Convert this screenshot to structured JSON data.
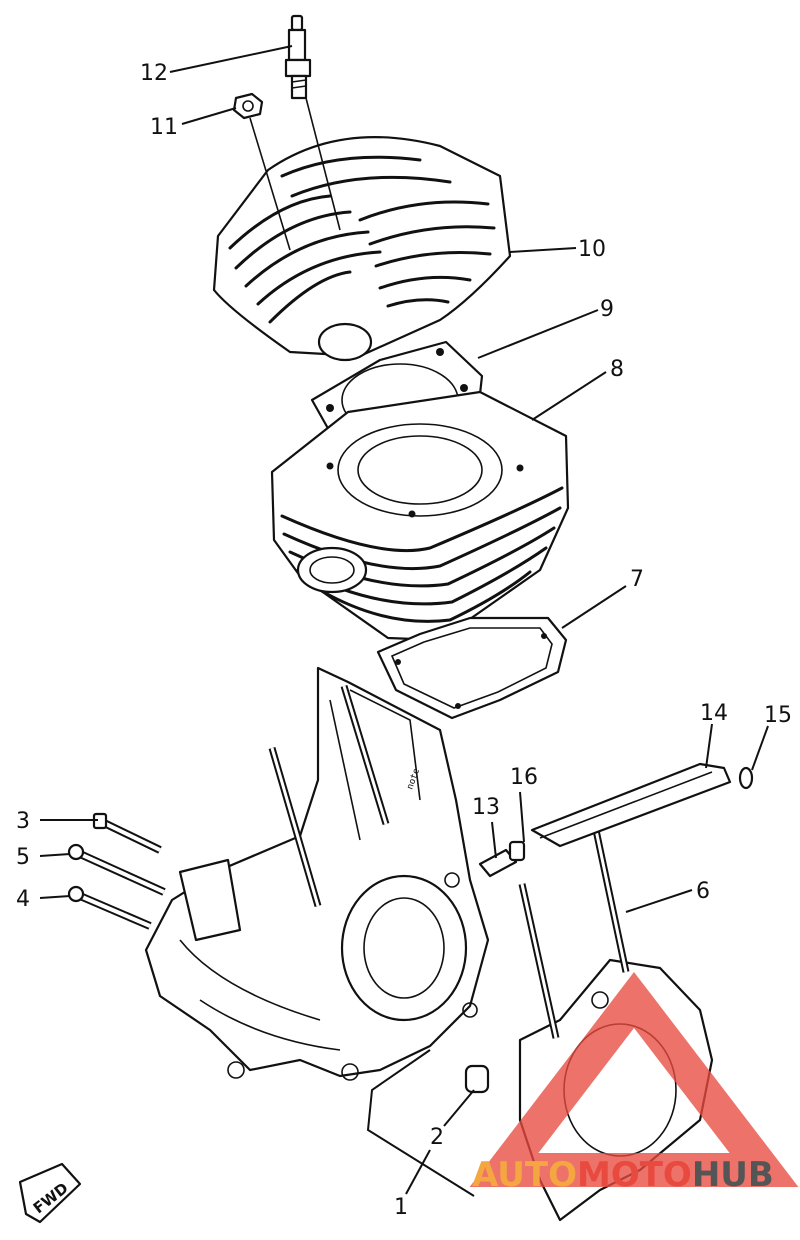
{
  "part_numbers": [
    "1",
    "2",
    "3",
    "4",
    "5",
    "6",
    "7",
    "8",
    "9",
    "10",
    "11",
    "12",
    "13",
    "14",
    "15",
    "16"
  ],
  "fwd_label": "FWD",
  "watermark": {
    "part_a": "AUTO",
    "part_b": "MOTO",
    "part_c": "HUB",
    "colors": {
      "auto": "#f4a640",
      "moto": "#e84a3f",
      "hub": "#555555",
      "triangle": "#e84a3f"
    }
  }
}
